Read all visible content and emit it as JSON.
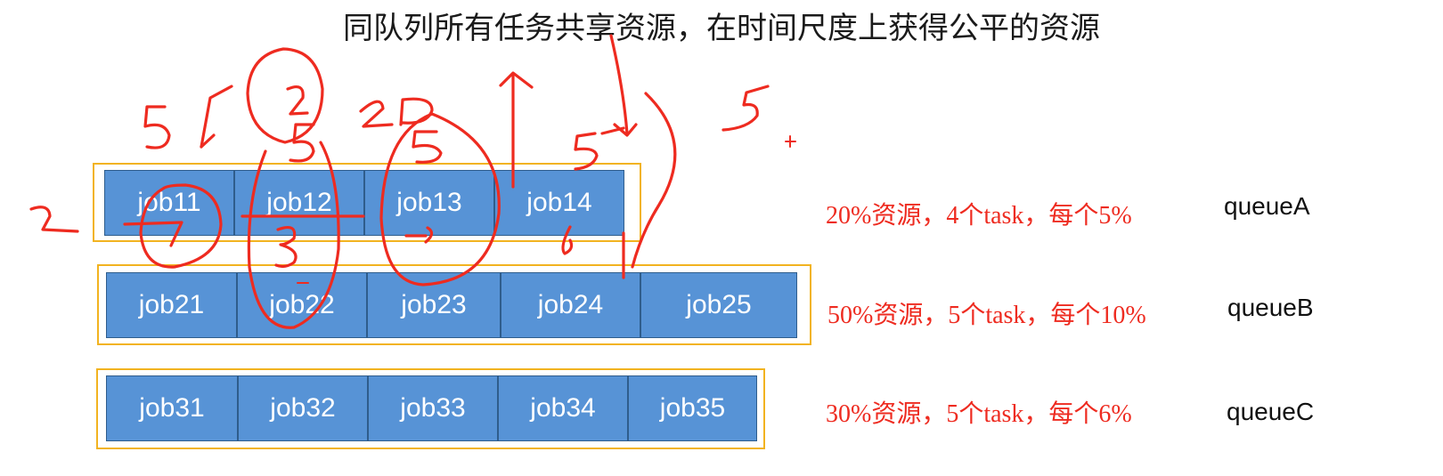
{
  "title": "同队列所有任务共享资源，在时间尺度上获得公平的资源",
  "colors": {
    "job_fill": "#5793d6",
    "job_border": "#2f5d8c",
    "frame": "#f2b320",
    "annotation": "#ee2b20"
  },
  "queues": [
    {
      "name": "queueA",
      "description": "20%资源，4个task，每个5%",
      "jobs": [
        "job11",
        "job12",
        "job13",
        "job14"
      ]
    },
    {
      "name": "queueB",
      "description": "50%资源，5个task，每个10%",
      "jobs": [
        "job21",
        "job22",
        "job23",
        "job24",
        "job25"
      ]
    },
    {
      "name": "queueC",
      "description": "30%资源，5个task，每个6%",
      "jobs": [
        "job31",
        "job32",
        "job33",
        "job34",
        "job35"
      ]
    }
  ]
}
